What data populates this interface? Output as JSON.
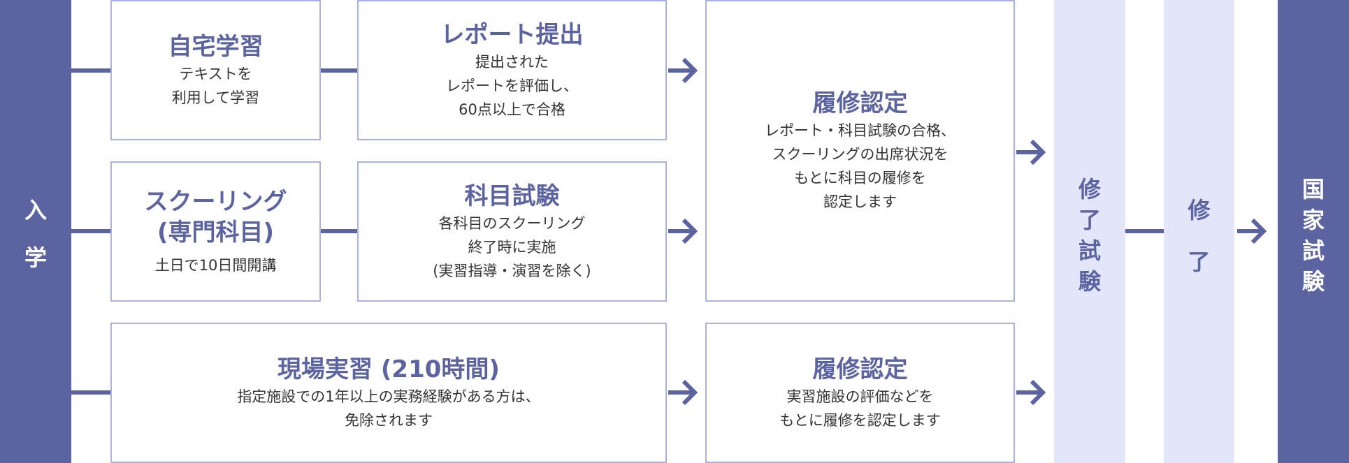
{
  "flow": {
    "enroll": [
      "入",
      "学"
    ],
    "completion_exam": [
      "修",
      "了",
      "試",
      "験"
    ],
    "completion": [
      "修",
      "了"
    ],
    "national_exam": [
      "国",
      "家",
      "試",
      "験"
    ],
    "home_study": {
      "title": "自宅学習",
      "text": "テキストを\n利用して学習"
    },
    "report": {
      "title": "レポート提出",
      "text": "提出された\nレポートを評価し、\n60点以上で合格"
    },
    "schooling": {
      "title": "スクーリング\n(専門科目)",
      "text": "土日で10日間開講"
    },
    "subject_exam": {
      "title": "科目試験",
      "text": "各科目のスクーリング\n終了時に実施\n(実習指導・演習を除く)"
    },
    "certification_top": {
      "title": "履修認定",
      "text": "レポート・科目試験の合格、\nスクーリングの出席状況を\nもとに科目の履修を\n認定します"
    },
    "practicum": {
      "title": "現場実習 (210時間)",
      "text": "指定施設での1年以上の実務経験がある方は、\n免除されます"
    },
    "certification_bottom": {
      "title": "履修認定",
      "text": "実習施設の評価などを\nもとに履修を認定します"
    }
  },
  "colors": {
    "dark": "#5b63a1",
    "light": "#e3e5f8",
    "border": "#aab0ea"
  }
}
